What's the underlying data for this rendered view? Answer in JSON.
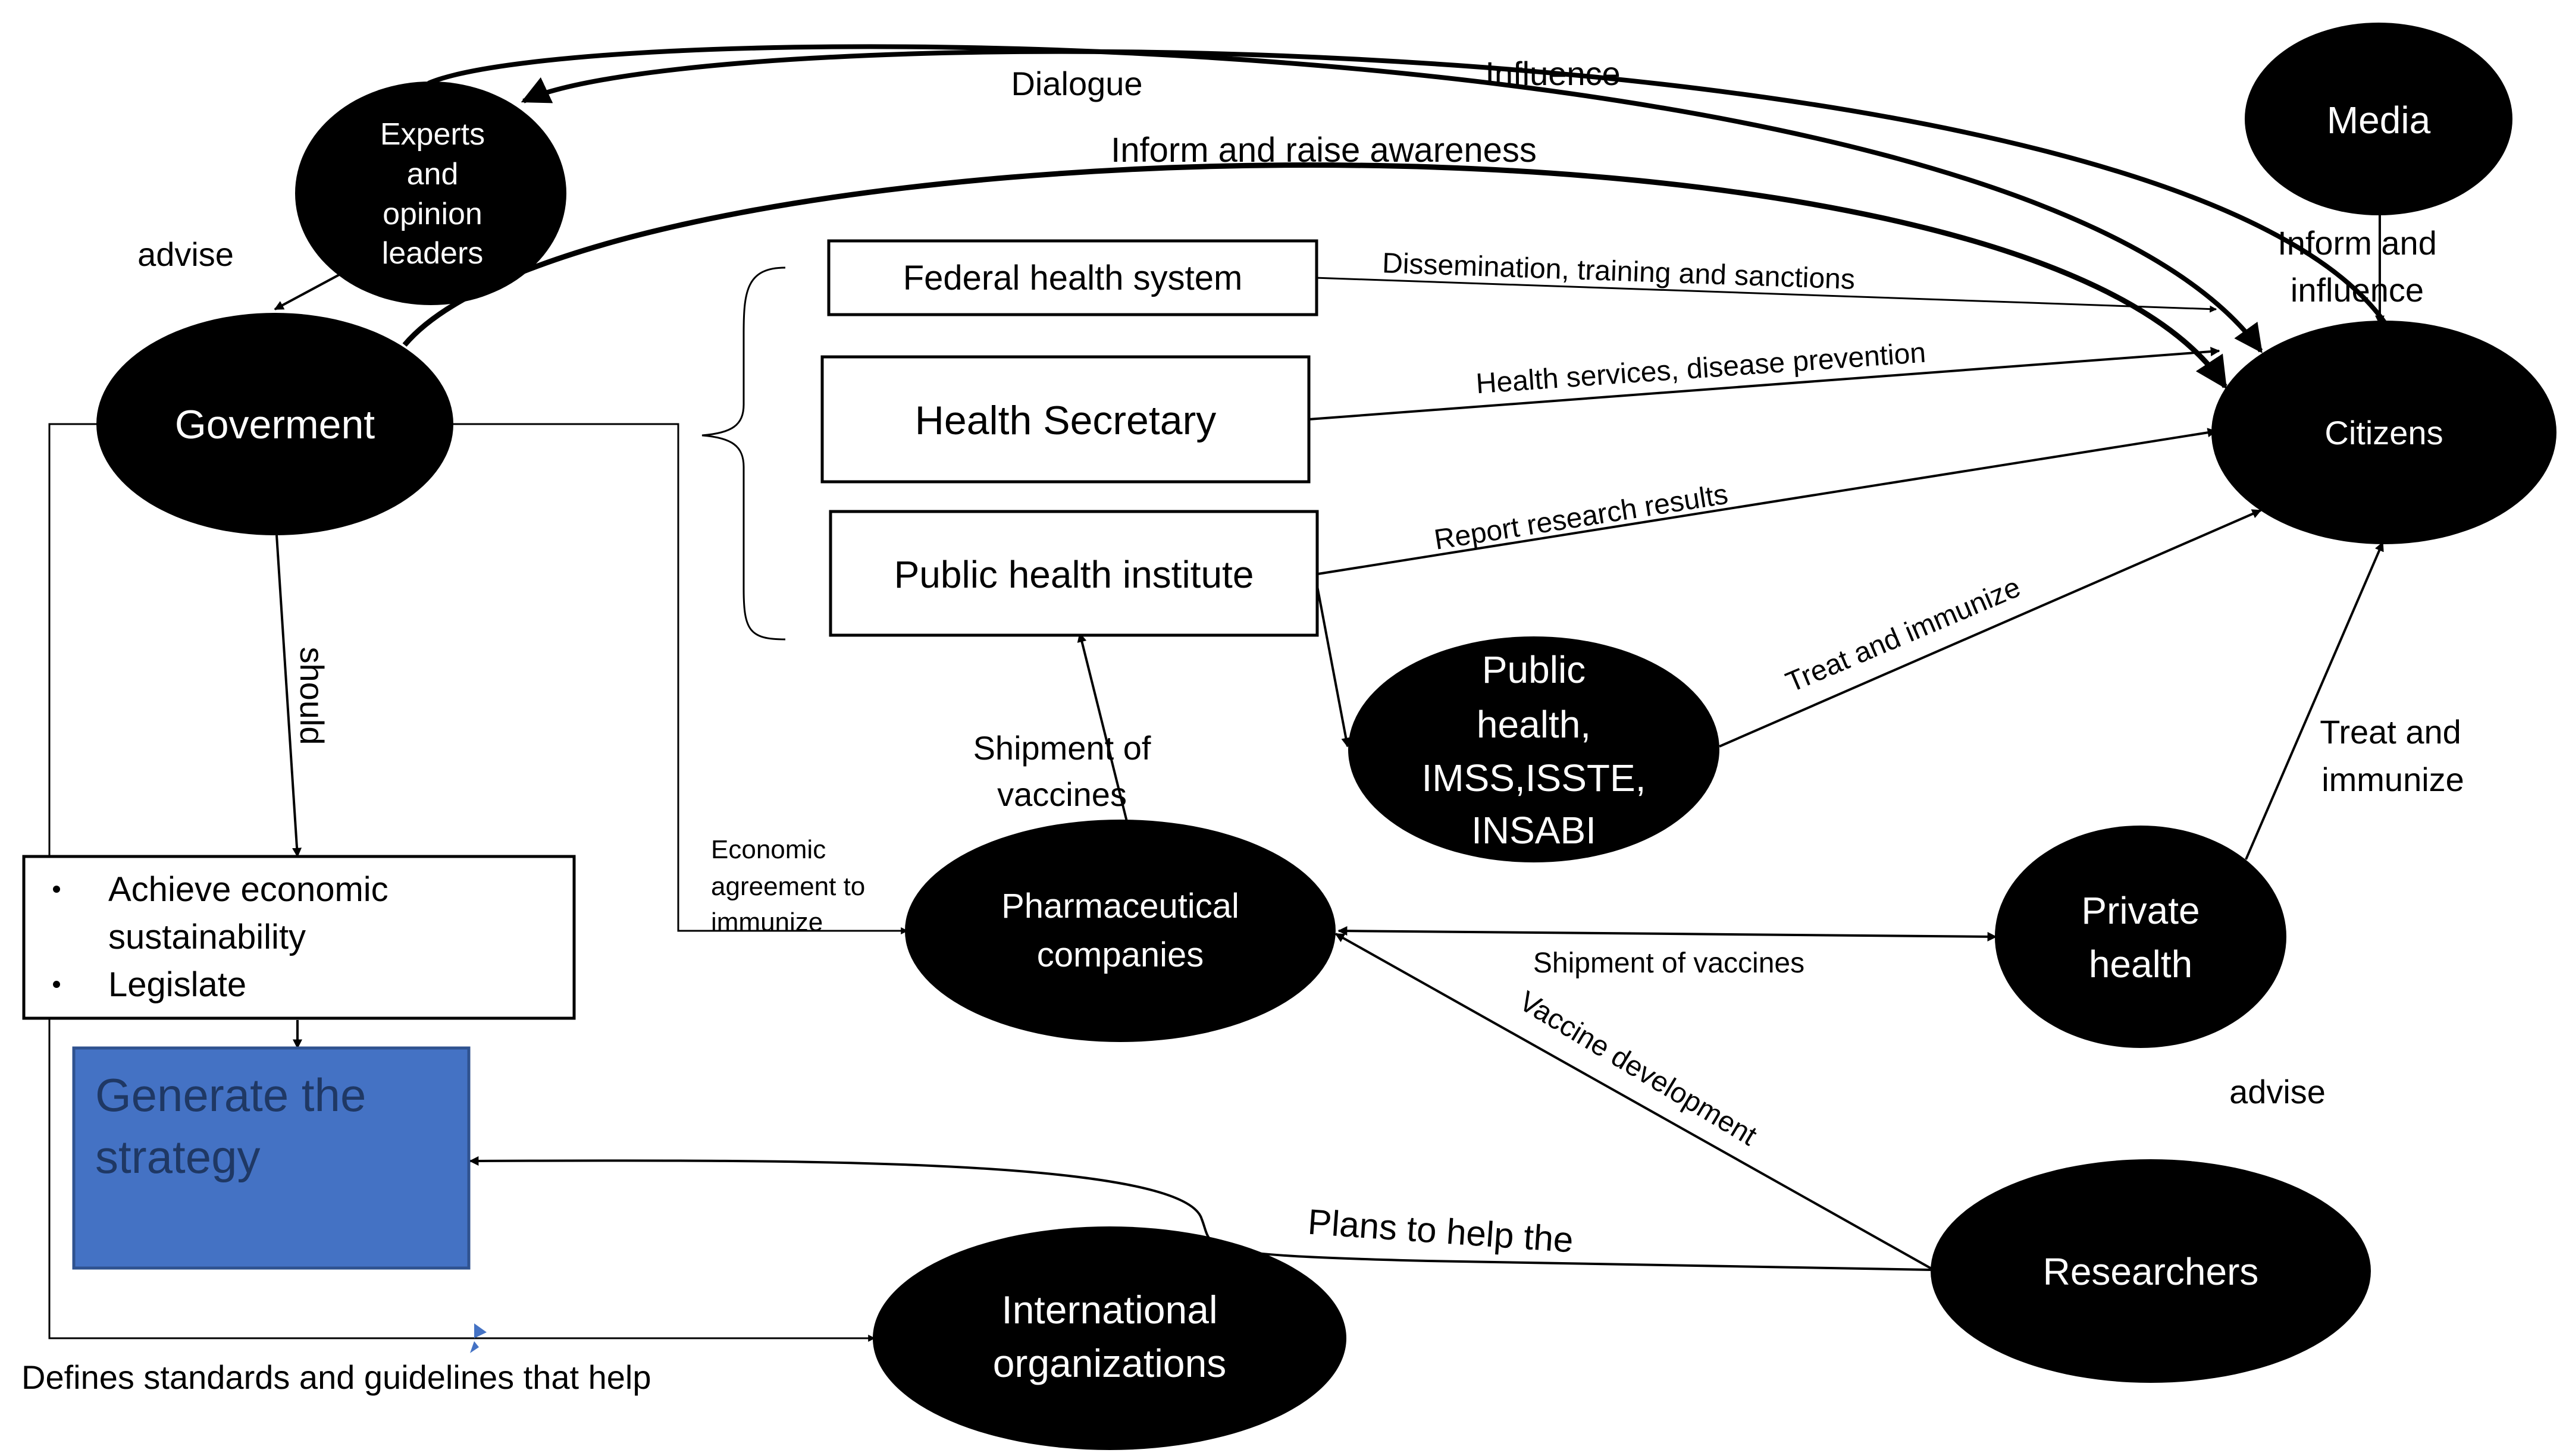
{
  "colors": {
    "ellipse_fill": "#000000",
    "ellipse_text": "#ffffff",
    "box_stroke": "#000000",
    "strategy_fill": "#4472c4",
    "strategy_text": "#1f3864",
    "background": "#ffffff"
  },
  "nodes": {
    "experts": [
      "Experts",
      "and",
      "opinion",
      "leaders"
    ],
    "government": "Goverment",
    "media": "Media",
    "citizens": "Citizens",
    "federal_health_system": "Federal health system",
    "health_secretary": "Health Secretary",
    "public_health_institute": "Public health institute",
    "public_health_imss": [
      "Public",
      "health,",
      "IMSS,ISSTE,",
      "INSABI"
    ],
    "pharmaceutical": [
      "Pharmaceutical",
      "companies"
    ],
    "private_health": [
      "Private",
      "health"
    ],
    "researchers": "Researchers",
    "international": [
      "International",
      "organizations"
    ],
    "objectives": [
      "Achieve economic",
      "sustainability",
      "Legislate"
    ],
    "strategy": [
      "Generate the",
      "strategy"
    ]
  },
  "edge_labels": {
    "dialogue": "Dialogue",
    "influence": "Influence",
    "inform_raise": "Inform and raise awareness",
    "advise_left": "advise",
    "advise_right": "advise",
    "inform_influence": [
      "Inform and",
      "influence"
    ],
    "dissemination": "Dissemination, training and sanctions",
    "health_services": "Health services, disease prevention",
    "report_research": "Report research results",
    "treat_immunize_public": "Treat and immunize",
    "treat_immunize_private": [
      "Treat and",
      "immunize"
    ],
    "should": "should",
    "shipment_of_vaccines_up": [
      "Shipment of",
      "vaccines"
    ],
    "economic_agreement": [
      "Economic",
      "agreement to",
      "immunize"
    ],
    "shipment_of_vaccines": "Shipment of vaccines",
    "vaccine_development": "Vaccine development",
    "plans_to_help": "Plans to help the",
    "defines_standards": "Defines standards and guidelines that help"
  }
}
